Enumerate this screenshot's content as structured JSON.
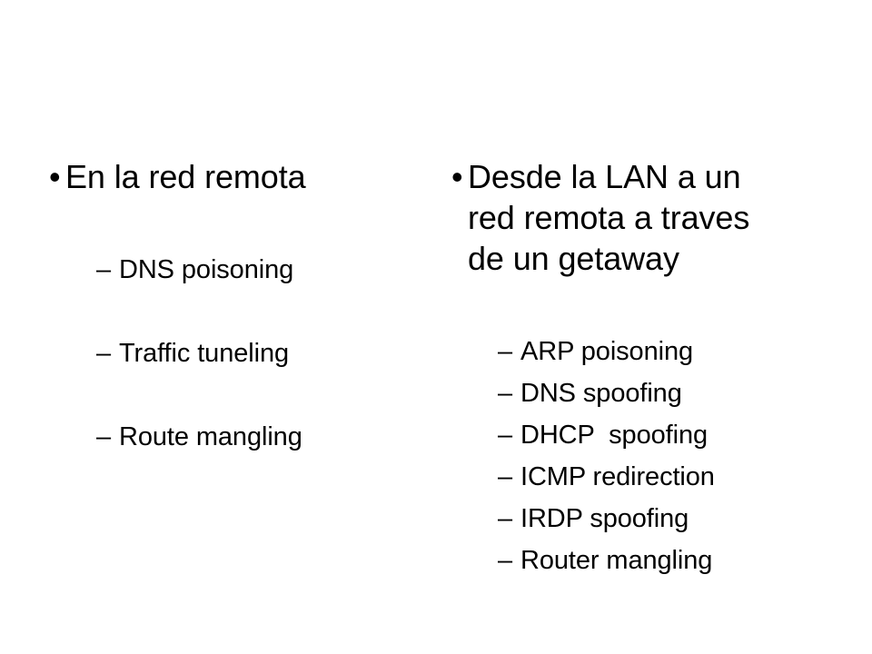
{
  "slide": {
    "background_color": "#ffffff",
    "text_color": "#000000",
    "bullet_glyph": "•",
    "dash_glyph": "–"
  },
  "columns": {
    "left": {
      "heading": {
        "marker": "•",
        "text": "En la red remota"
      },
      "items": [
        {
          "marker": "–",
          "text": "DNS poisoning"
        },
        {
          "marker": "–",
          "text": "Traffic tuneling"
        },
        {
          "marker": "–",
          "text": "Route mangling"
        }
      ]
    },
    "right": {
      "heading": {
        "marker": "•",
        "text": "Desde la LAN a un red remota a traves de un getaway"
      },
      "items": [
        {
          "marker": "–",
          "text": "ARP poisoning"
        },
        {
          "marker": "–",
          "text": "DNS spoofing"
        },
        {
          "marker": "–",
          "text": "DHCP  spoofing"
        },
        {
          "marker": "–",
          "text": "ICMP redirection"
        },
        {
          "marker": "–",
          "text": "IRDP spoofing"
        },
        {
          "marker": "–",
          "text": "Router mangling"
        }
      ]
    }
  }
}
